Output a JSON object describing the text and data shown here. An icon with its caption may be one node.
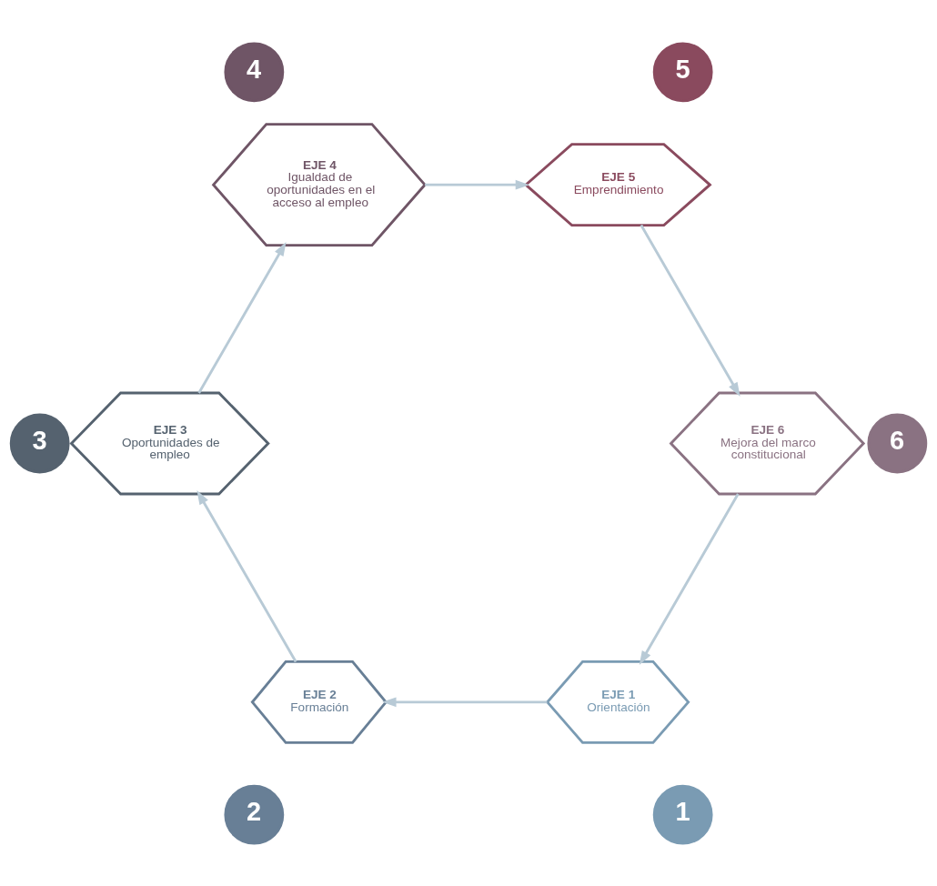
{
  "diagram": {
    "nodes": [
      {
        "text": [
          "EJE 1",
          "Orientación"
        ]
      },
      {
        "text": [
          "EJE 2",
          "Formación"
        ]
      },
      {
        "text": [
          "EJE 3",
          "Oportunidades de empleo"
        ]
      },
      {
        "text": [
          "EJE 4",
          "Igualdad de oportunidades en el acceso al empleo"
        ]
      },
      {
        "text": [
          "EJE 5",
          "Emprendimiento"
        ]
      },
      {
        "text": [
          "EJE 6",
          "Mejora del marco constitucional"
        ]
      },
      {
        "text": [
          "1"
        ]
      },
      {
        "text": [
          "2"
        ]
      },
      {
        "text": [
          "3"
        ]
      },
      {
        "text": [
          "4"
        ]
      },
      {
        "text": [
          "5"
        ]
      },
      {
        "text": [
          "6"
        ]
      }
    ],
    "edges": [
      {
        "from": 0,
        "to": 1,
        "arrow": "to"
      },
      {
        "from": 1,
        "to": 2,
        "arrow": "to"
      },
      {
        "from": 2,
        "to": 3,
        "arrow": "to"
      },
      {
        "from": 3,
        "to": 4,
        "arrow": "to"
      },
      {
        "from": 4,
        "to": 5,
        "arrow": "to"
      },
      {
        "from": 5,
        "to": 0,
        "arrow": "to"
      }
    ]
  }
}
